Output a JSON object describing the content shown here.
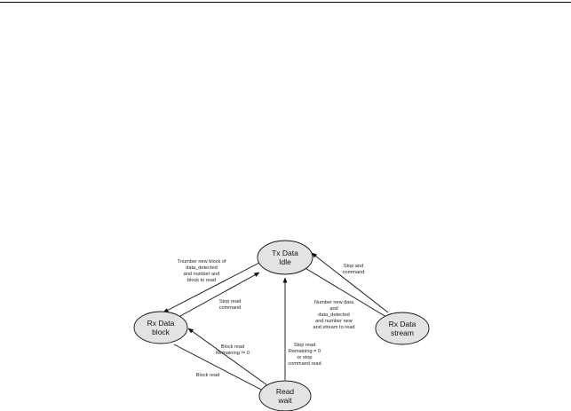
{
  "nodes": {
    "tx_data_idle": {
      "line1": "Tx Data",
      "line2": "Idle"
    },
    "rx_data_block": {
      "line1": "Rx Data",
      "line2": "block"
    },
    "rx_data_stream": {
      "line1": "Rx Data",
      "line2": "stream"
    },
    "read_wait": {
      "line1": "Read",
      "line2": "wait"
    }
  },
  "edges": {
    "idle_to_block": [
      "Tnumber new block of",
      "data_detected",
      "and number and",
      "block to read"
    ],
    "block_to_idle": [
      "Stop read",
      "command"
    ],
    "idle_to_stream": [
      "Number new data",
      "and",
      "data_detected",
      "and number new",
      "and stream to read"
    ],
    "stream_to_idle": [
      "Stop and",
      "command"
    ],
    "block_to_read": [
      "Block read"
    ],
    "read_to_block": [
      "Block read",
      "Remaining != 0"
    ],
    "read_to_idle": [
      "Stop read",
      "Remaining = 0",
      "or stop",
      "command read"
    ]
  }
}
